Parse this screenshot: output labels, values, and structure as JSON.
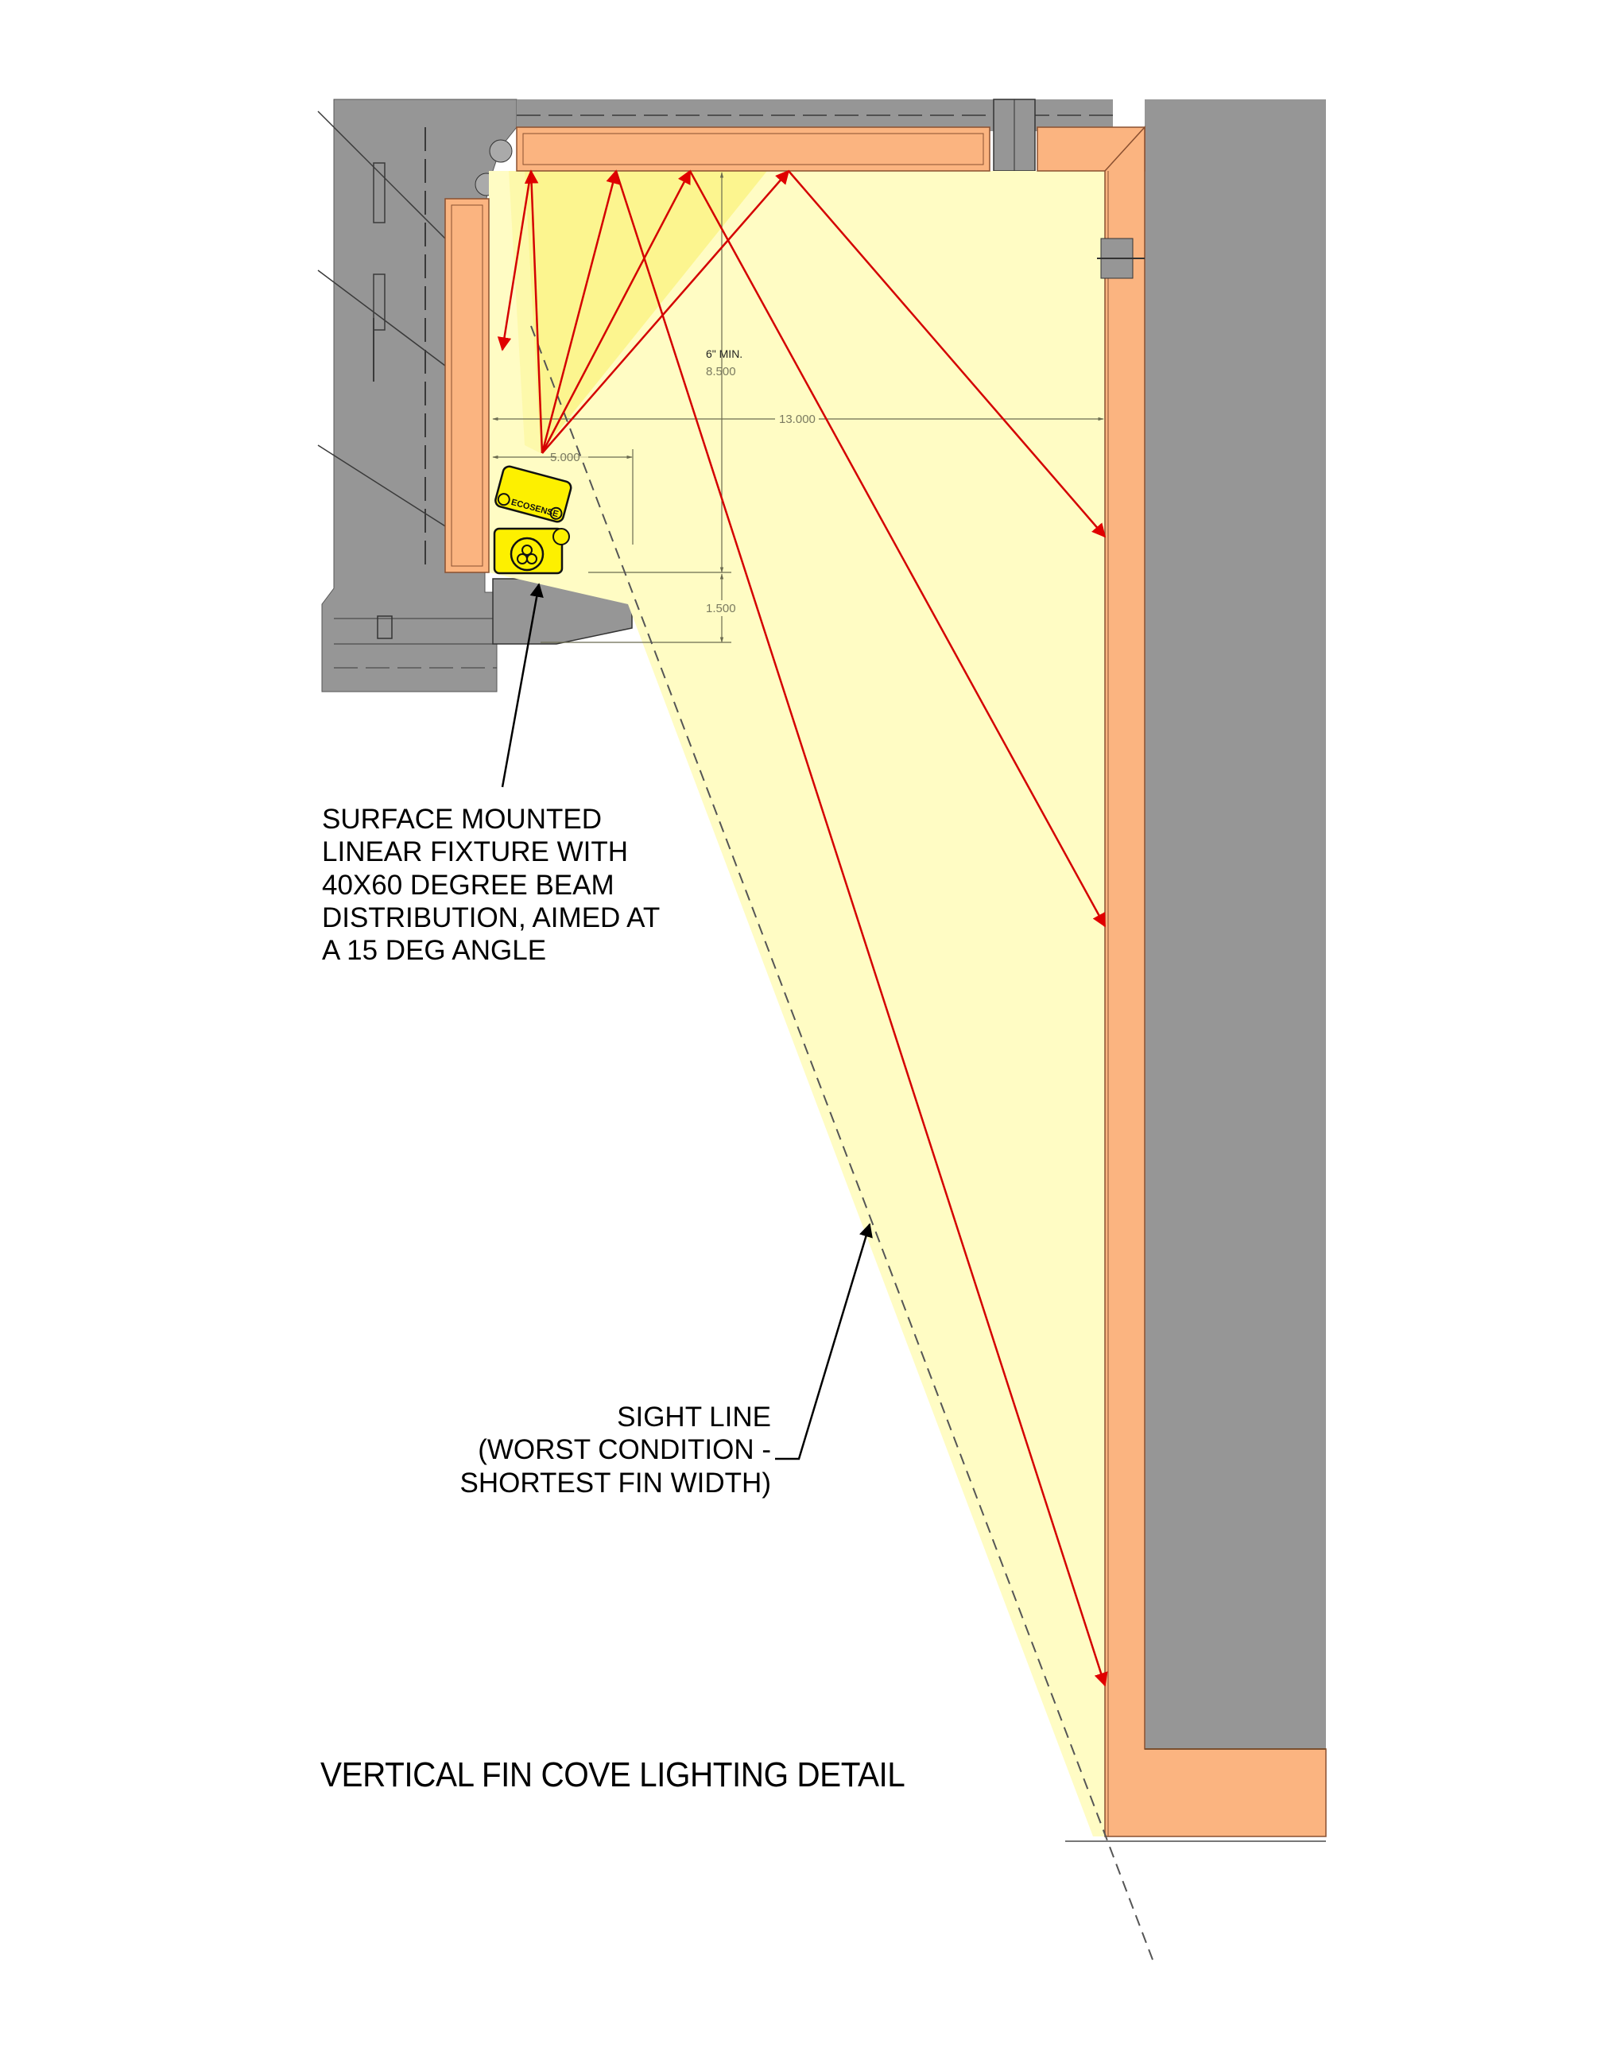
{
  "title": "VERTICAL FIN COVE LIGHTING DETAIL",
  "annotations": {
    "fixture_note": "SURFACE MOUNTED\nLINEAR FIXTURE WITH\n40X60 DEGREE BEAM\nDISTRIBUTION, AIMED AT\nA 15 DEG ANGLE",
    "sight_line_note": "SIGHT LINE\n(WORST CONDITION -\nSHORTEST FIN WIDTH)"
  },
  "dimensions": {
    "min_label": "6\" MIN.",
    "cove_depth": "8.500",
    "fin_width": "13.000",
    "fixture_offset": "5.000",
    "fixture_height": "1.500"
  },
  "fixture": {
    "brand": "ECOSENSE",
    "beam": "40X60 DEGREE",
    "aim_angle_deg": 15
  },
  "colors": {
    "wall_gray": "#969696",
    "finish_orange": "#fbb480",
    "light_zone": "#fffcc4",
    "beam_core": "#fcf48a",
    "fixture_yellow": "#fdf000",
    "ray_red": "#d40000"
  }
}
